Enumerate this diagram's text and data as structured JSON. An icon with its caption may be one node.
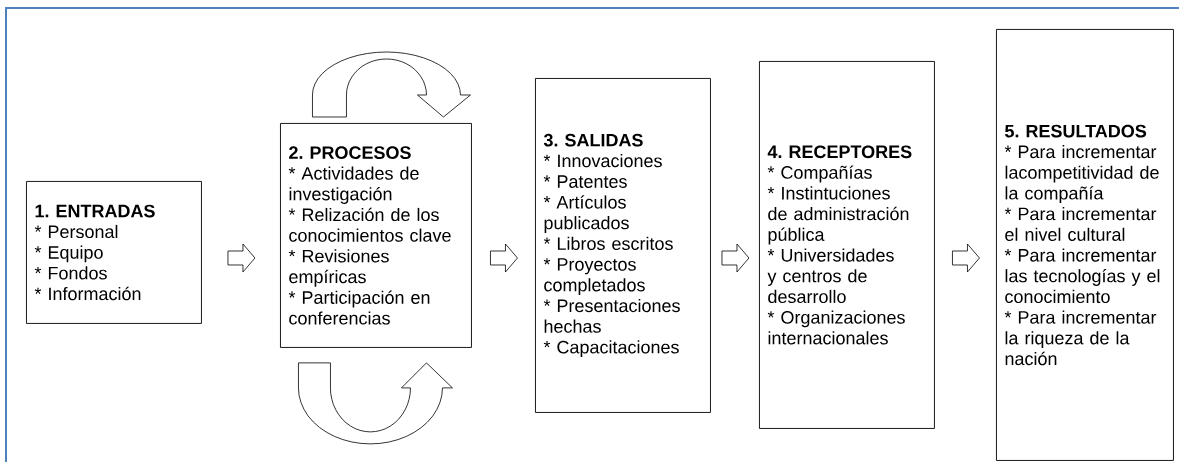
{
  "diagram": {
    "nodes": [
      {
        "text": [
          "1. ENTRADAS",
          "* Personal",
          "* Equipo",
          "* Fondos",
          "* Información"
        ]
      },
      {
        "text": [
          "2. PROCESOS",
          "* Actividades de investigación",
          "* Relización de los conocimientos clave",
          "* Revisiones empíricas",
          "* Participación en conferencias"
        ]
      },
      {
        "text": [
          "3. SALIDAS",
          "* Innovaciones",
          "* Patentes",
          "* Artículos publicados",
          "* Libros escritos",
          "* Proyectos completados",
          "* Presentaciones hechas",
          "* Capacitaciones"
        ]
      },
      {
        "text": [
          "4. RECEPTORES",
          "* Compañías",
          "* Instintuciones de administración pública",
          "* Universidades y centros de desarrollo",
          "* Organizaciones internacionales"
        ]
      },
      {
        "text": [
          "5. RESULTADOS",
          "* Para incrementar lacompetitividad de la compañía",
          "* Para incrementar el nivel cultural",
          "* Para incrementar las tecnologías y el conocimiento",
          "* Para incrementar la riqueza de la nación"
        ]
      }
    ],
    "edges": [
      {
        "from": 0,
        "to": 1,
        "arrow": "to"
      },
      {
        "from": 1,
        "to": 2,
        "arrow": "to"
      },
      {
        "from": 2,
        "to": 3,
        "arrow": "to"
      },
      {
        "from": 3,
        "to": 4,
        "arrow": "to"
      }
    ]
  }
}
